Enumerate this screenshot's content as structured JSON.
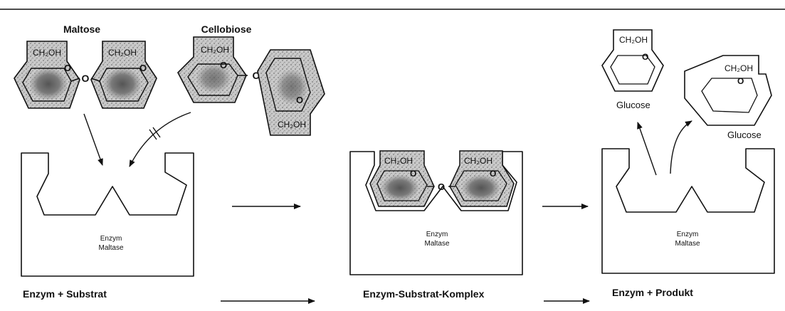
{
  "labels": {
    "maltose": "Maltose",
    "cellobiose": "Cellobiose",
    "glucose": "Glucose",
    "ch2oh": "CH₂OH",
    "o": "O",
    "enzym": "Enzym",
    "maltase": "Maltase",
    "stage1": "Enzym + Substrat",
    "stage2": "Enzym-Substrat-Komplex",
    "stage3": "Enzym + Produkt",
    "blocked": "//"
  }
}
